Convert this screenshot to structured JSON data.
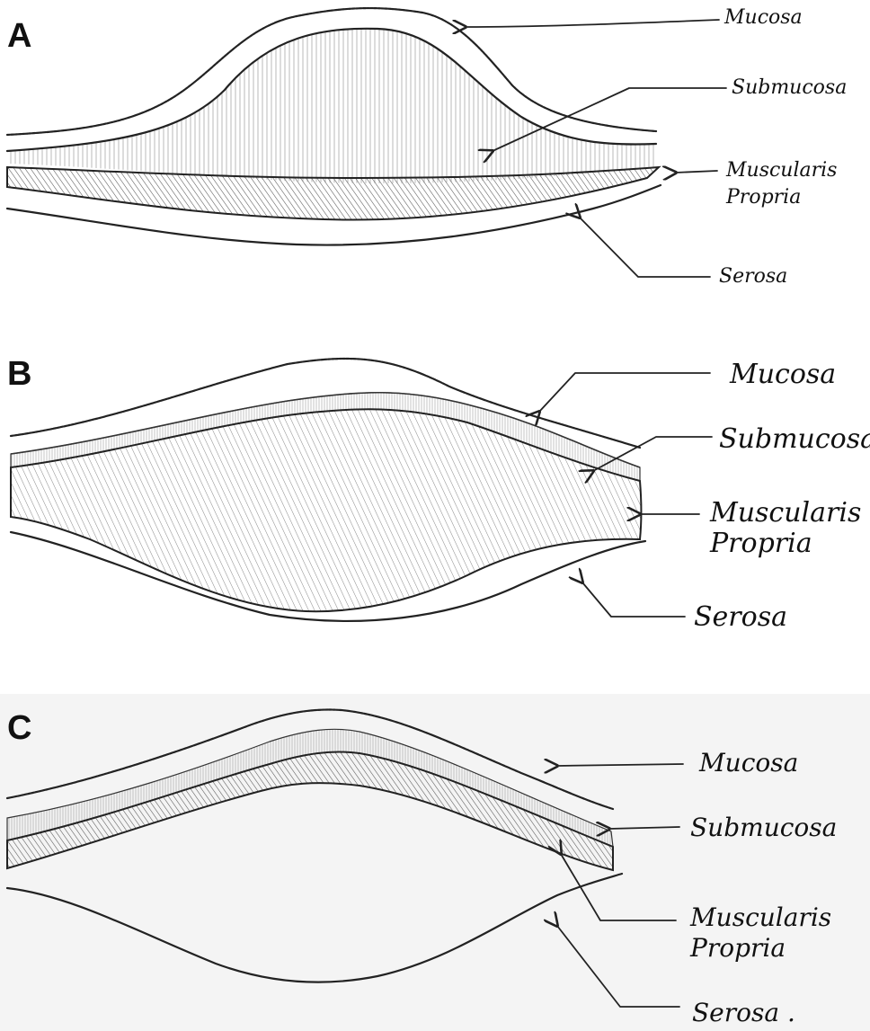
{
  "panels": [
    {
      "letter": "A",
      "labels": {
        "mucosa": "Mucosa",
        "submucosa": "Submucosa",
        "muscularis_line1": "Muscularis",
        "muscularis_line2": "Propria",
        "serosa": "Serosa"
      }
    },
    {
      "letter": "B",
      "labels": {
        "mucosa": "Mucosa",
        "submucosa": "Submucosa",
        "muscularis_line1": "Muscularis",
        "muscularis_line2": "Propria",
        "serosa": "Serosa"
      }
    },
    {
      "letter": "C",
      "labels": {
        "mucosa": "Mucosa",
        "submucosa": "Submucosa",
        "muscularis_line1": "Muscularis",
        "muscularis_line2": "Propria",
        "serosa": "Serosa ."
      }
    }
  ]
}
